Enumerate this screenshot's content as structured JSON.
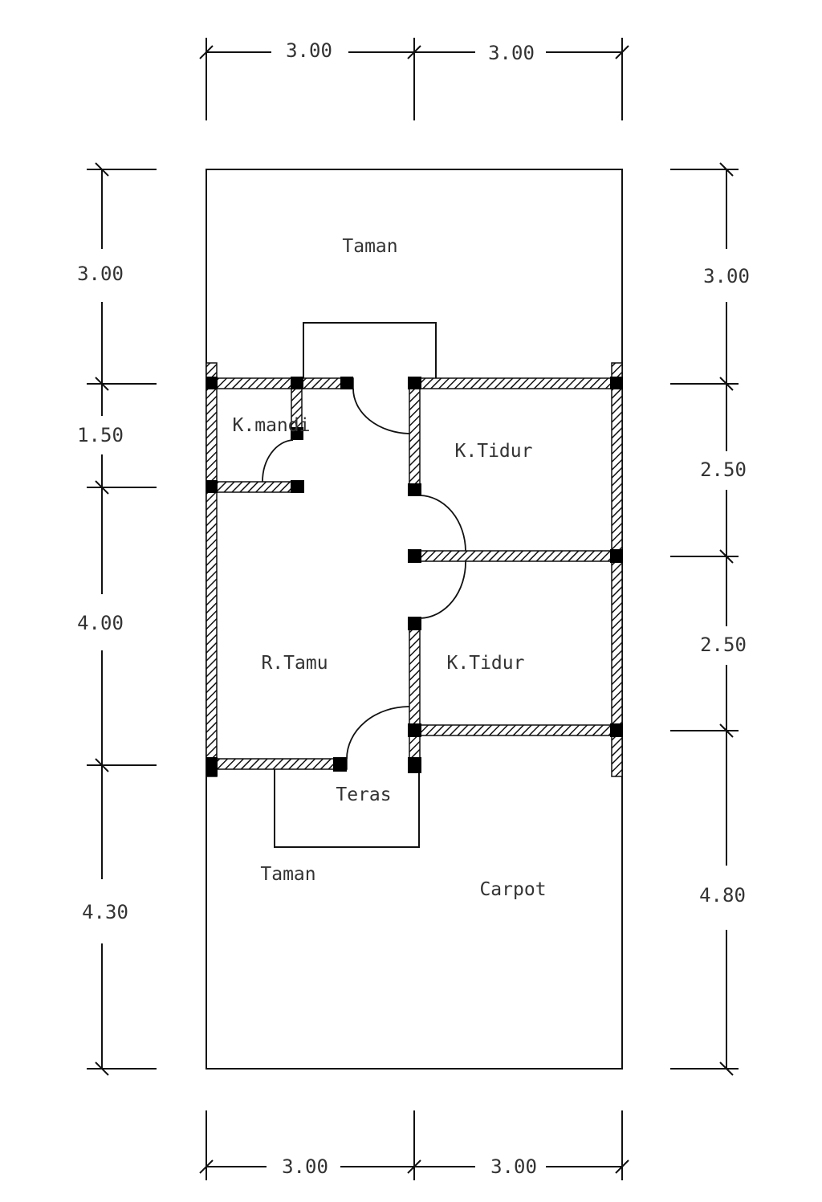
{
  "dimensions": {
    "top": [
      "3.00",
      "3.00"
    ],
    "bottom": [
      "3.00",
      "3.00"
    ],
    "left": [
      "3.00",
      "1.50",
      "4.00",
      "4.30"
    ],
    "right": [
      "3.00",
      "2.50",
      "2.50",
      "4.80"
    ]
  },
  "rooms": {
    "taman_top": "Taman",
    "kamar_mandi": "K.mandi",
    "kamar_tidur_1": "K.Tidur",
    "kamar_tidur_2": "K.Tidur",
    "ruang_tamu": "R.Tamu",
    "teras": "Teras",
    "taman_bottom": "Taman",
    "carport": "Carpot"
  }
}
